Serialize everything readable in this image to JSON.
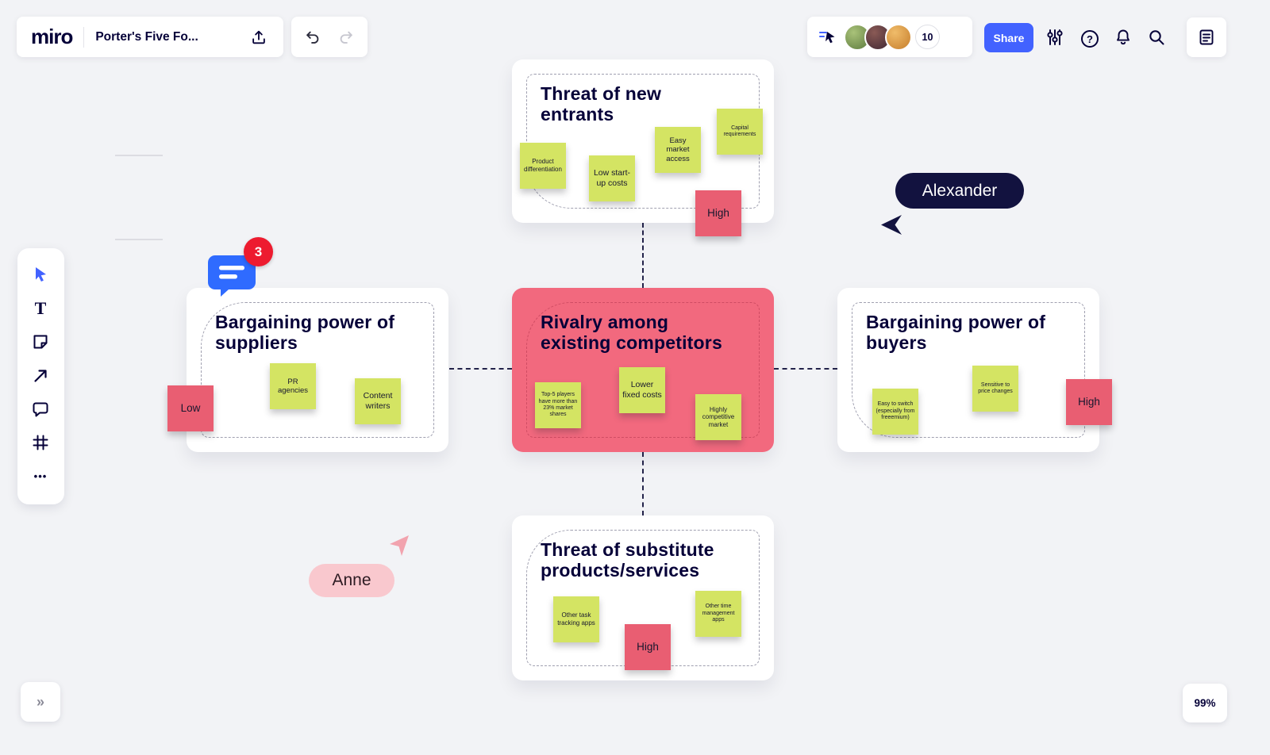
{
  "topbar": {
    "logo": "miro",
    "board_title": "Porter's Five Fo...",
    "share_label": "Share",
    "collaborator_count": "10"
  },
  "icons": {
    "help_glyph": "?",
    "text_tool_glyph": "T",
    "expand_glyph": "»",
    "more_glyph": "•••"
  },
  "colors": {
    "accent_blue": "#4262ff",
    "sticky_green": "#d4e463",
    "sticky_red": "#e95e72",
    "rivalry_card_red": "#f2697e",
    "navy": "#050038"
  },
  "comment_badge": {
    "count": "3"
  },
  "cursors": {
    "alexander": {
      "name": "Alexander"
    },
    "anne": {
      "name": "Anne"
    }
  },
  "frames": {
    "new_entrants": {
      "title": "Threat of new entrants",
      "stickies": [
        {
          "label": "Product differentiation",
          "color": "green"
        },
        {
          "label": "Low start-up costs",
          "color": "green"
        },
        {
          "label": "Easy market access",
          "color": "green"
        },
        {
          "label": "Capital requirements",
          "color": "green"
        },
        {
          "label": "High",
          "color": "red"
        }
      ]
    },
    "suppliers": {
      "title": "Bargaining power of suppliers",
      "stickies": [
        {
          "label": "PR agencies",
          "color": "green"
        },
        {
          "label": "Content writers",
          "color": "green"
        },
        {
          "label": "Low",
          "color": "red"
        }
      ]
    },
    "rivalry": {
      "title": "Rivalry among existing competitors",
      "stickies": [
        {
          "label": "Top-5 players have more than 23% market shares",
          "color": "green"
        },
        {
          "label": "Lower fixed costs",
          "color": "green"
        },
        {
          "label": "Highly competitive market",
          "color": "green"
        }
      ]
    },
    "buyers": {
      "title": "Bargaining power of buyers",
      "stickies": [
        {
          "label": "Easy to switch (especially from freeemium)",
          "color": "green"
        },
        {
          "label": "Sensitive to price changes",
          "color": "green"
        },
        {
          "label": "High",
          "color": "red"
        }
      ]
    },
    "substitutes": {
      "title": "Threat of substitute products/services",
      "stickies": [
        {
          "label": "Other task tracking apps",
          "color": "green"
        },
        {
          "label": "Other time management apps",
          "color": "green"
        },
        {
          "label": "High",
          "color": "red"
        }
      ]
    }
  },
  "bottom_bar": {
    "zoom": "99%"
  }
}
